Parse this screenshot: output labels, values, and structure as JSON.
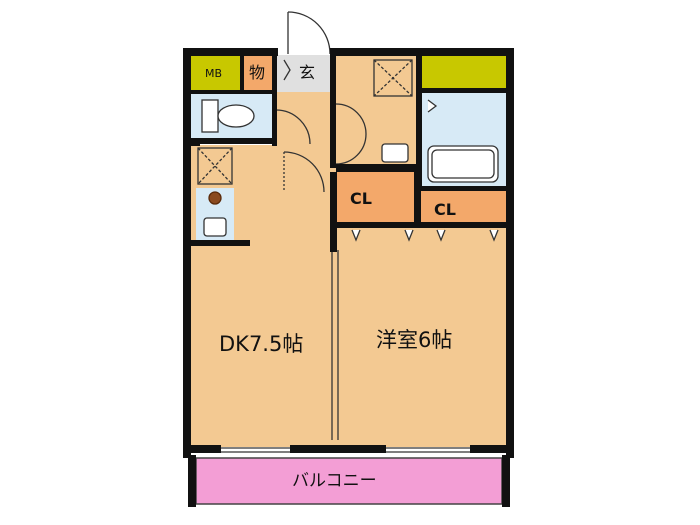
{
  "rooms": {
    "mb": "MB",
    "storage": "物",
    "entrance": "玄",
    "closet_1": "CL",
    "closet_2": "CL",
    "dk": "DK7.5帖",
    "western_room": "洋室6帖",
    "balcony": "バルコニー"
  },
  "colors": {
    "wall": "#111111",
    "floor": "#f3c992",
    "closet": "#f3a86a",
    "wet_area": "#d7eaf6",
    "mb": "#c8c800",
    "balcony": "#f39ed5",
    "entrance": "#e0e0e0"
  }
}
